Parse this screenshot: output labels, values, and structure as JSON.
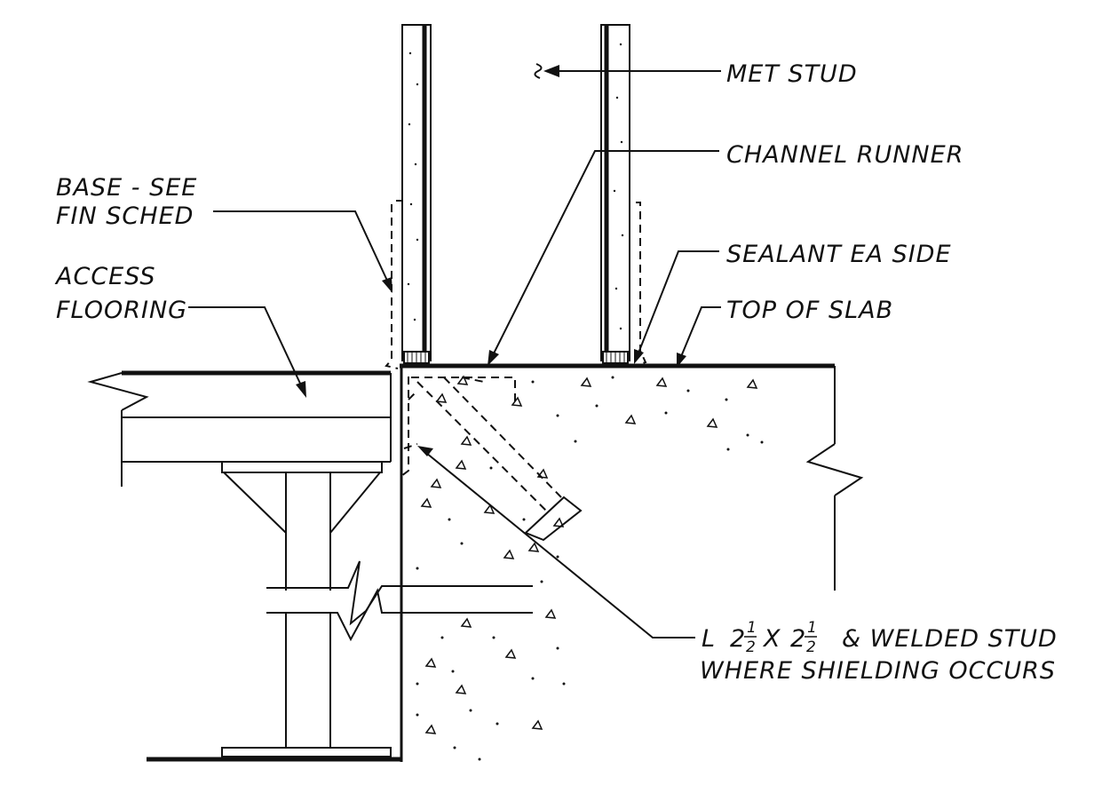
{
  "labels": {
    "met_stud": "MET STUD",
    "channel_runner": "CHANNEL RUNNER",
    "base_line1": "BASE - SEE",
    "base_line2": "FIN SCHED",
    "sealant": "SEALANT EA SIDE",
    "access_line1": "ACCESS",
    "access_line2": "FLOORING",
    "top_of_slab": "TOP OF SLAB",
    "angle_prefix": "L",
    "angle_whole_1": "2",
    "angle_num_1": "1",
    "angle_den_1": "2",
    "angle_times": "X",
    "angle_whole_2": "2",
    "angle_num_2": "1",
    "angle_den_2": "2",
    "angle_suffix": "& WELDED STUD",
    "angle_line2": "WHERE SHIELDING OCCURS"
  },
  "colors": {
    "ink": "#111111",
    "paper": "#ffffff"
  }
}
